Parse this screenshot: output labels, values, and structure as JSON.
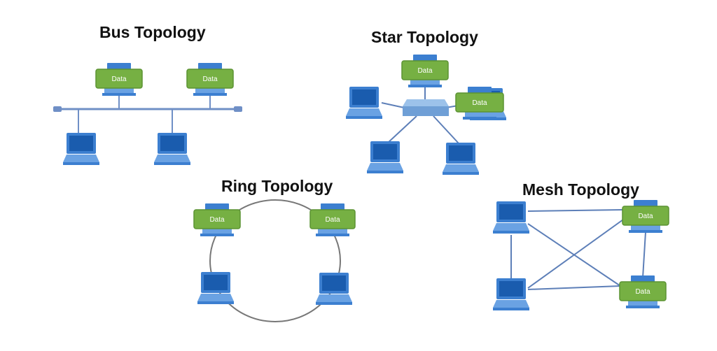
{
  "colors": {
    "background": "#ffffff",
    "link_line": "#5d7fb8",
    "ring_line": "#777777",
    "bus_backbone": "#6f8fc6",
    "laptop_body": "#3c7fd0",
    "laptop_screen": "#1a5cae",
    "data_box": "#76b043",
    "data_box_border": "#5c9333",
    "data_text": "#ffffff",
    "hub": "#6f9fd6"
  },
  "diagrams": [
    {
      "id": "bus",
      "title": "Bus Topology",
      "devices": [
        {
          "name": "bus-data-computer-1",
          "kind": "data-computer",
          "label": "Data"
        },
        {
          "name": "bus-data-computer-2",
          "kind": "data-computer",
          "label": "Data"
        },
        {
          "name": "bus-laptop-1",
          "kind": "laptop"
        },
        {
          "name": "bus-laptop-2",
          "kind": "laptop"
        }
      ]
    },
    {
      "id": "star",
      "title": "Star Topology",
      "devices": [
        {
          "name": "star-data-computer-top",
          "kind": "data-computer",
          "label": "Data"
        },
        {
          "name": "star-data-computer-right",
          "kind": "data-computer",
          "label": "Data"
        },
        {
          "name": "star-laptop-left",
          "kind": "laptop"
        },
        {
          "name": "star-laptop-bottom-left",
          "kind": "laptop"
        },
        {
          "name": "star-laptop-bottom-right",
          "kind": "laptop"
        },
        {
          "name": "star-hub",
          "kind": "hub"
        }
      ]
    },
    {
      "id": "ring",
      "title": "Ring Topology",
      "devices": [
        {
          "name": "ring-data-computer-left",
          "kind": "data-computer",
          "label": "Data"
        },
        {
          "name": "ring-data-computer-right",
          "kind": "data-computer",
          "label": "Data"
        },
        {
          "name": "ring-laptop-left",
          "kind": "laptop"
        },
        {
          "name": "ring-laptop-right",
          "kind": "laptop"
        }
      ]
    },
    {
      "id": "mesh",
      "title": "Mesh Topology",
      "devices": [
        {
          "name": "mesh-laptop-top-left",
          "kind": "laptop"
        },
        {
          "name": "mesh-data-computer-top-right",
          "kind": "data-computer",
          "label": "Data"
        },
        {
          "name": "mesh-laptop-bottom-left",
          "kind": "laptop"
        },
        {
          "name": "mesh-data-computer-bottom-right",
          "kind": "data-computer",
          "label": "Data"
        }
      ]
    }
  ]
}
